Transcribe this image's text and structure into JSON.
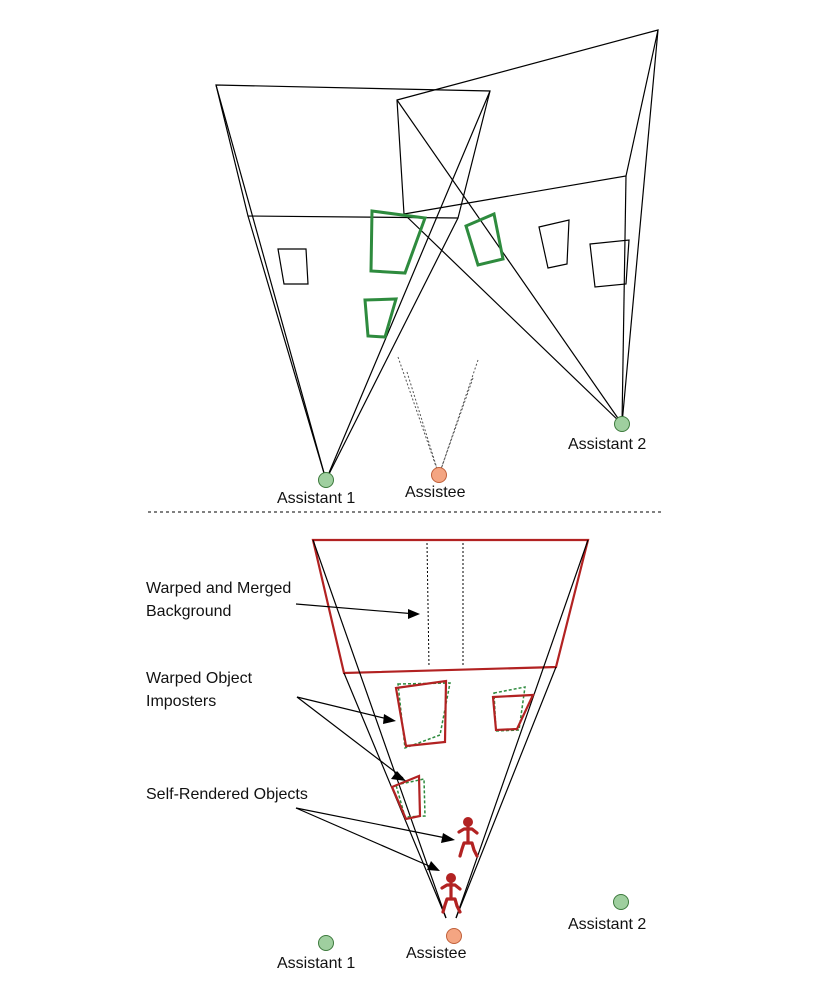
{
  "top_panel": {
    "assistant1_label": "Assistant 1",
    "assistant2_label": "Assistant 2",
    "assistee_label": "Assistee"
  },
  "bottom_panel": {
    "background_label_line1": "Warped and Merged",
    "background_label_line2": "Background",
    "imposters_label_line1": "Warped Object",
    "imposters_label_line2": "Imposters",
    "self_rendered_label": "Self-Rendered Objects",
    "assistant1_label": "Assistant 1",
    "assistant2_label": "Assistant 2",
    "assistee_label": "Assistee"
  },
  "colors": {
    "assistant_fill": "#9fcf9f",
    "assistant_stroke": "#3d7a3d",
    "assistee_fill": "#f4a582",
    "assistee_stroke": "#c0603a",
    "imposter_green": "#2e8b3e",
    "assistee_red": "#b22222"
  }
}
